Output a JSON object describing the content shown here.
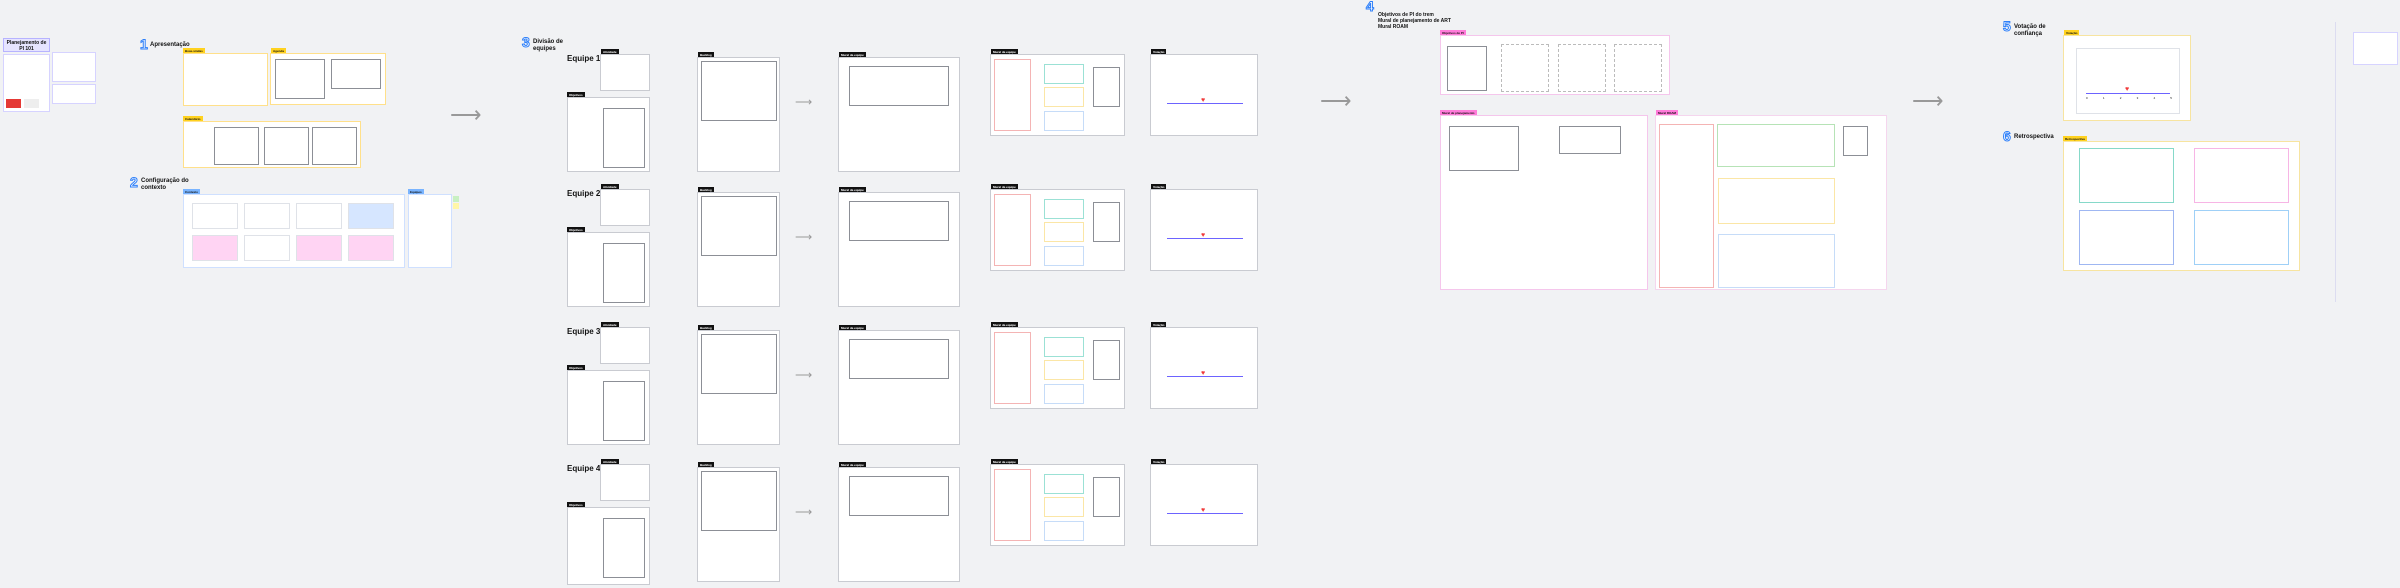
{
  "board_title": "Planejamento de PI 101",
  "sections": [
    {
      "number": "1",
      "title": "Apresentação"
    },
    {
      "number": "2",
      "title": "Configuração do contexto"
    },
    {
      "number": "3",
      "title": "Divisão de equipes"
    },
    {
      "number": "4",
      "title": "Objetivos de PI do trem\nMural de planejamento de ART\nMural ROAM"
    },
    {
      "number": "5",
      "title": "Votação de confiança"
    },
    {
      "number": "6",
      "title": "Retrospectiva"
    }
  ],
  "intro": {
    "welcome_tag": "Boas-vindas",
    "agenda_tag": "Agenda",
    "calendar_tag": "Calendário"
  },
  "context": {
    "tag": "Contexto",
    "side_tag": "Equipes"
  },
  "teams": [
    {
      "name": "Equipe 1"
    },
    {
      "name": "Equipe 2"
    },
    {
      "name": "Equipe 3"
    },
    {
      "name": "Equipe 4"
    }
  ],
  "team_panels": {
    "activity": "Atividade",
    "objectives": "Objetivos",
    "backlog": "Backlog",
    "board": "Mural da equipe",
    "vote": "Votação"
  },
  "art": {
    "planning_tag": "Mural de planejamento",
    "roam_tag": "Mural ROAM",
    "objectives_tag": "Objetivos de PI"
  },
  "confidence": {
    "tag": "Votação",
    "scale": [
      "0",
      "1",
      "2",
      "3",
      "4",
      "5"
    ]
  },
  "retro": {
    "tag": "Retrospectiva"
  }
}
